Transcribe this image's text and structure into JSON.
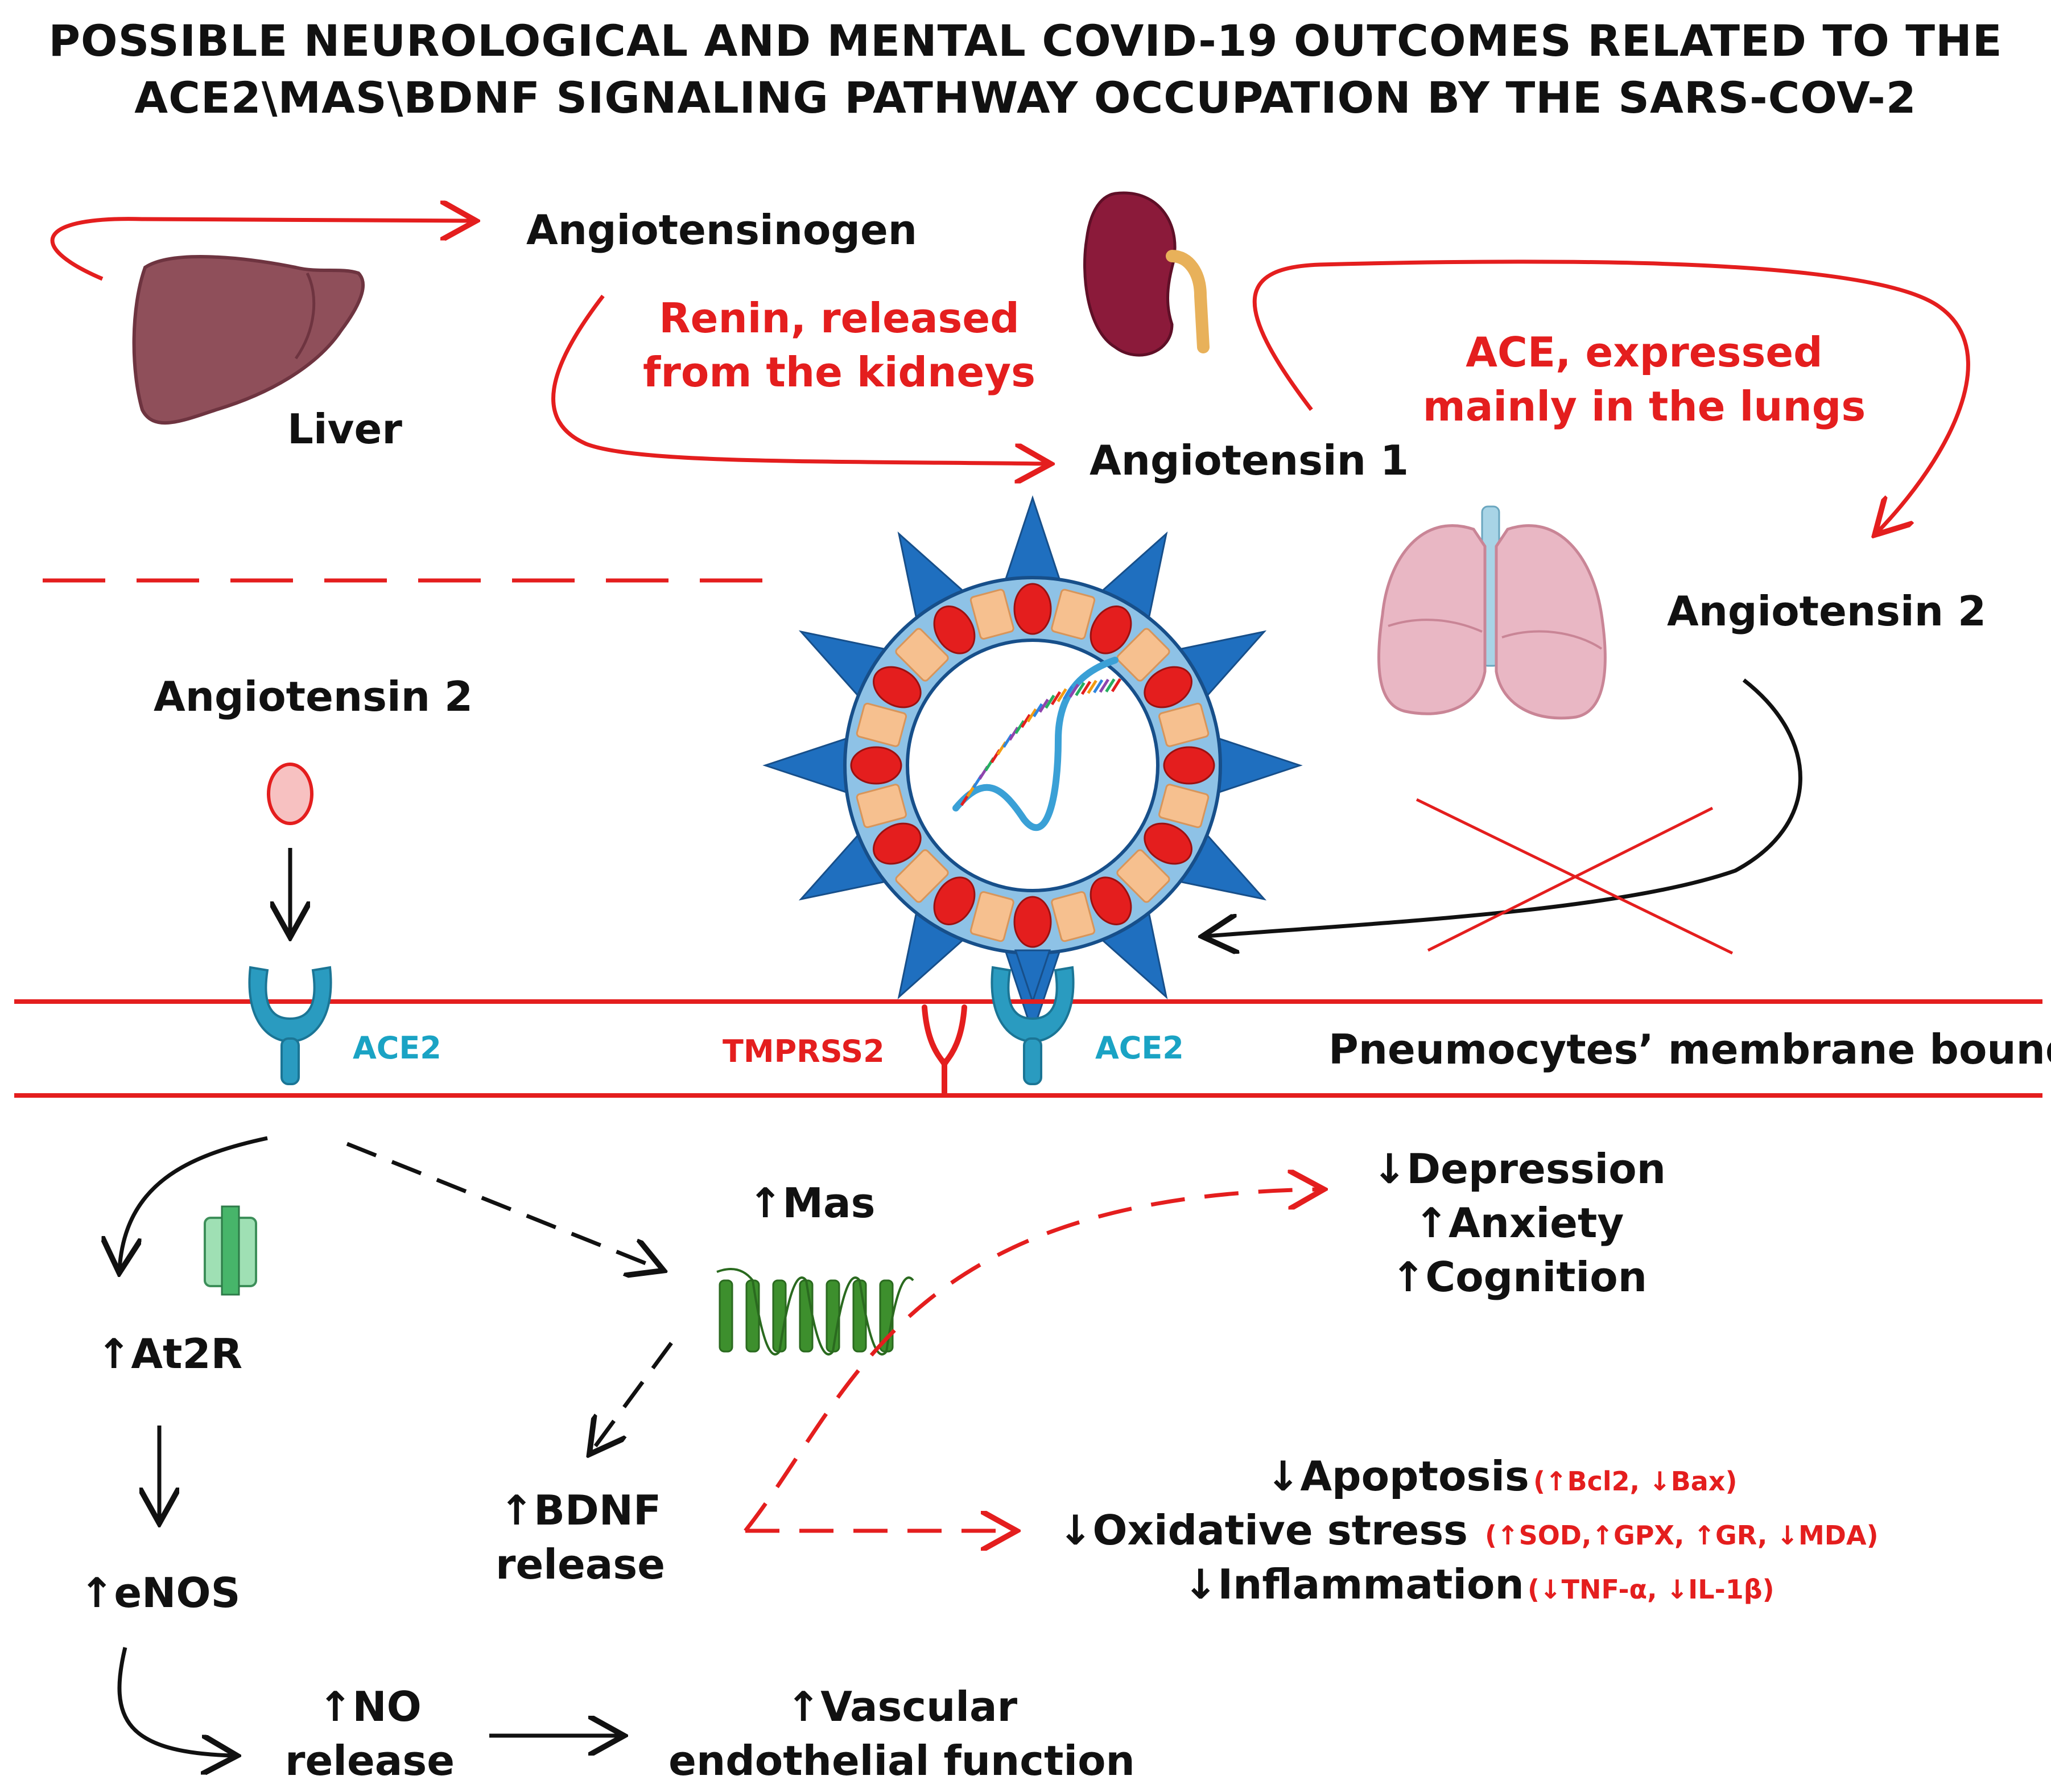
{
  "title_line1": "POSSIBLE NEUROLOGICAL AND MENTAL COVID-19 OUTCOMES RELATED TO THE",
  "title_line2": "ACE2\\MAS\\BDNF SIGNALING PATHWAY OCCUPATION BY THE SARS-COV-2",
  "top": {
    "angiotensinogen": "Angiotensinogen",
    "liver": "Liver",
    "renin_line1": "Renin, released",
    "renin_line2": "from the kidneys",
    "angiotensin1": "Angiotensin 1",
    "ace_line1": "ACE, expressed",
    "ace_line2": "mainly in the lungs",
    "angiotensin2_right": "Angiotensin 2"
  },
  "left": {
    "angiotensin2": "Angiotensin 2"
  },
  "membrane": {
    "ace2_left": "ACE2",
    "tmprss2": "TMPRSS2",
    "ace2_right": "ACE2",
    "pneumocytes": "Pneumocytes’ membrane bound"
  },
  "bottom": {
    "at2r": "↑At2R",
    "enos": "↑eNOS",
    "no_line1": "↑NO",
    "no_line2": "release",
    "vascular_line1": "↑Vascular",
    "vascular_line2": "endothelial function",
    "mas": "↑Mas",
    "bdnf_line1": "↑BDNF",
    "bdnf_line2": "release",
    "depression": "↓Depression",
    "anxiety": "↑Anxiety",
    "cognition": "↑Cognition",
    "apoptosis": "↓Apoptosis",
    "apoptosis_detail": "(↑Bcl2, ↓Bax)",
    "oxidative": "↓Oxidative stress",
    "oxidative_detail": "(↑SOD,↑GPX, ↑GR, ↓MDA)",
    "inflammation": "↓Inflammation",
    "inflammation_detail": "(↓TNF-α, ↓IL-1β)"
  },
  "colors": {
    "red": "#e41e1e",
    "teal": "#1aa3c4",
    "virus_blue": "#1f6fbf",
    "virus_light": "#8ec2e6",
    "liver": "#8f4f5a",
    "kidney": "#8b1a3a",
    "lungs": "#e9b7c4",
    "mas_green": "#3d8f2d"
  }
}
